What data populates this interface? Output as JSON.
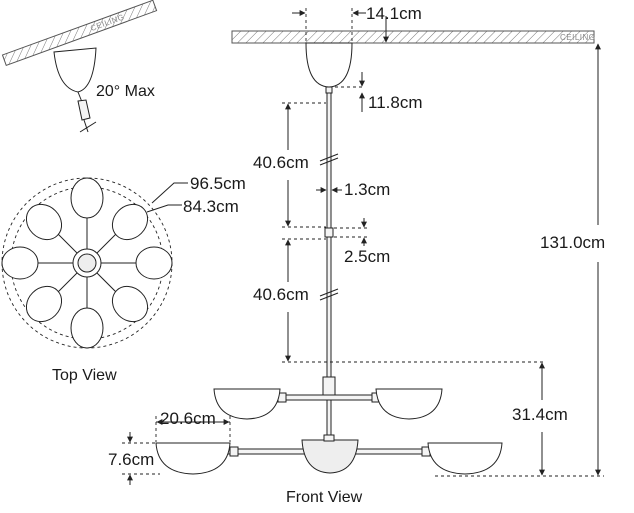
{
  "labels": {
    "ceiling_main": "CEILING",
    "ceiling_detail": "CEILING",
    "slope_max": "20° Max",
    "top_view": "Top View",
    "front_view": "Front View"
  },
  "dimensions": {
    "canopy_diameter": "14.1cm",
    "canopy_height": "11.8cm",
    "rod_upper": "40.6cm",
    "rod_diameter": "1.3cm",
    "coupler": "2.5cm",
    "rod_lower": "40.6cm",
    "overall_height": "131.0cm",
    "outer_diameter": "96.5cm",
    "inner_diameter": "84.3cm",
    "body_height": "31.4cm",
    "shade_diameter": "20.6cm",
    "shade_height": "7.6cm"
  }
}
